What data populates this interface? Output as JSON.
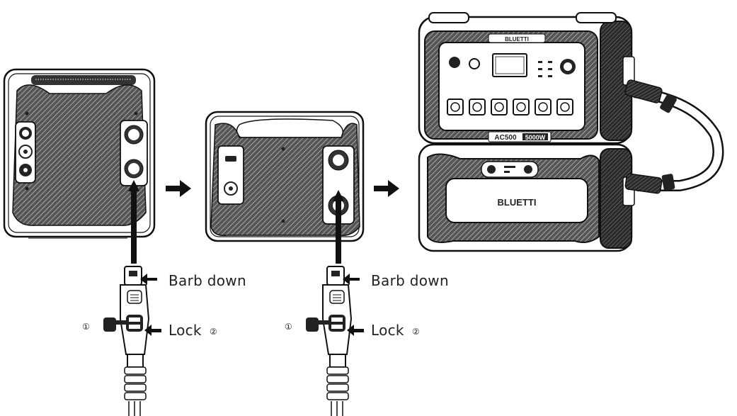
{
  "left_connector": {
    "barb_label": "Barb down",
    "lock_label": "Lock",
    "step1": "①",
    "step2": "②"
  },
  "right_connector": {
    "barb_label": "Barb down",
    "lock_label": "Lock",
    "step1": "①",
    "step2": "②"
  },
  "power_station": {
    "brand": "BLUETTI",
    "model": "AC500",
    "rating": "5000W"
  },
  "battery": {
    "brand": "BLUETTI"
  }
}
